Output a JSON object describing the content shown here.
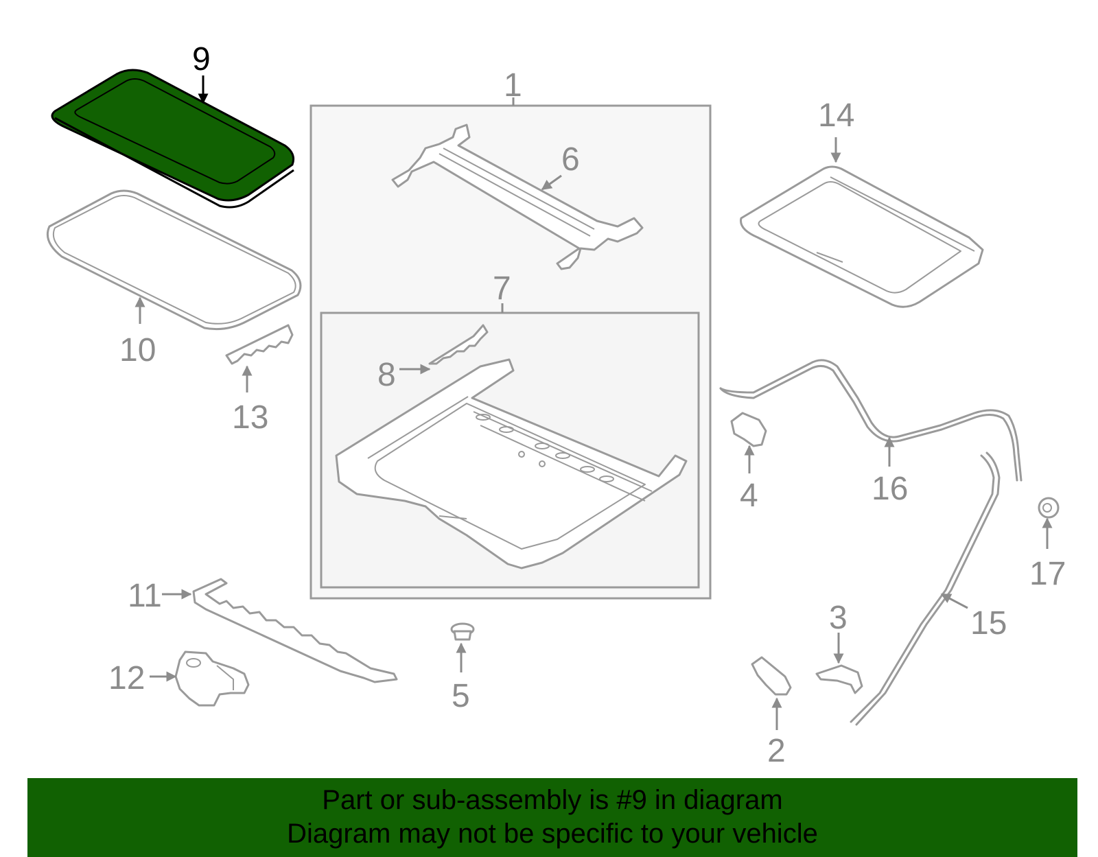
{
  "diagram": {
    "highlight_color": "#116102",
    "line_color": "#9a9a9a",
    "highlighted_part": "9",
    "callouts": [
      "1",
      "2",
      "3",
      "4",
      "5",
      "6",
      "7",
      "8",
      "9",
      "10",
      "11",
      "12",
      "13",
      "14",
      "15",
      "16",
      "17"
    ]
  },
  "banner": {
    "background": "#116102",
    "line1": "Part or sub-assembly is #9 in diagram",
    "line2": "Diagram may not be specific to your vehicle"
  }
}
